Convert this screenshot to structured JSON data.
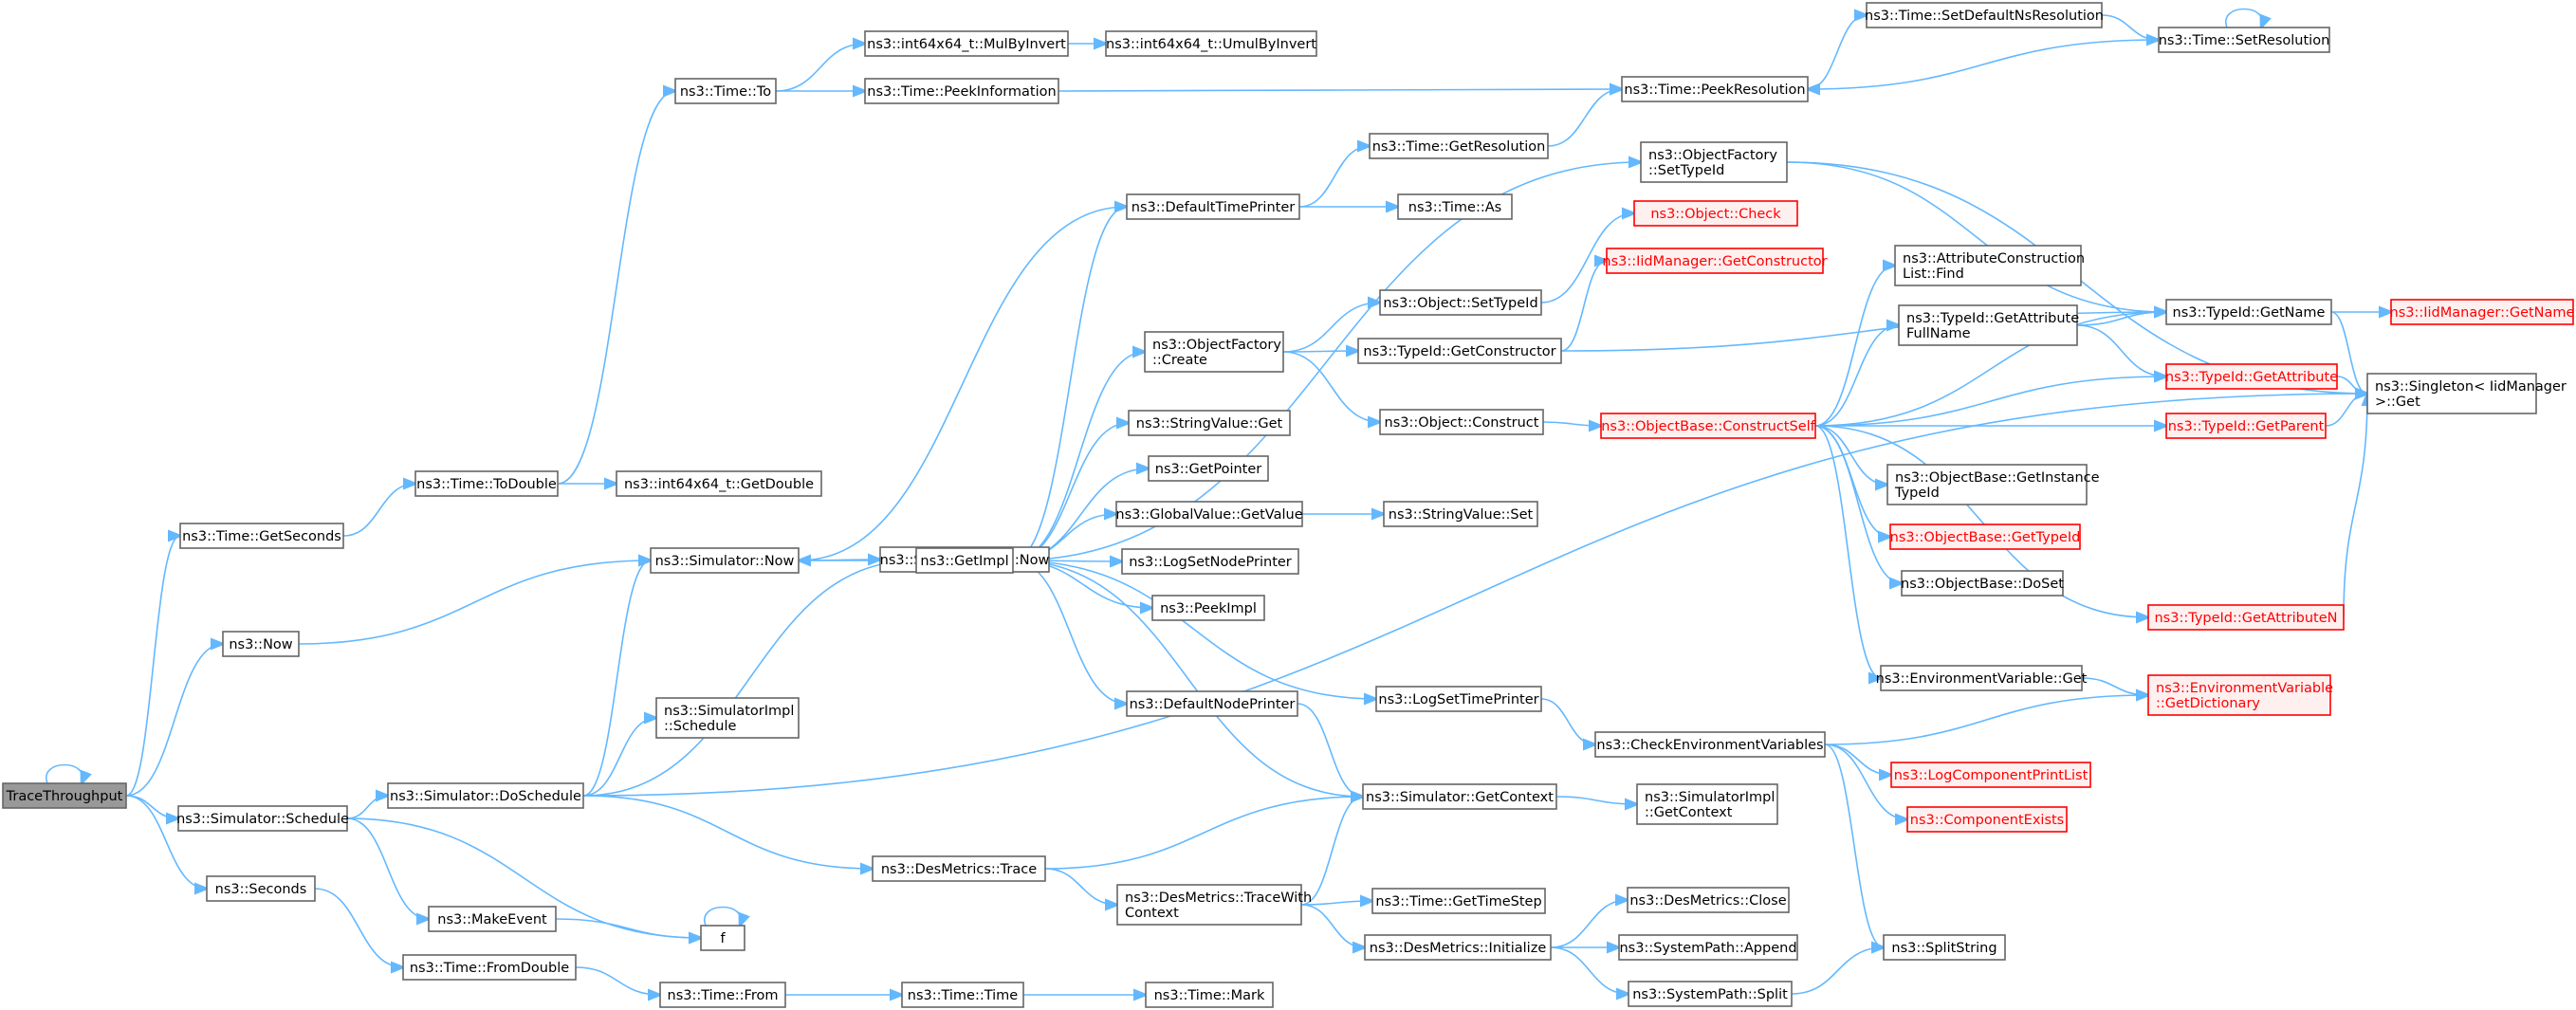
{
  "nodes": [
    {
      "id": "tt",
      "label": [
        "TraceThroughput"
      ],
      "style": "root"
    },
    {
      "id": "getsec",
      "label": [
        "ns3::Time::GetSeconds"
      ]
    },
    {
      "id": "now",
      "label": [
        "ns3::Now"
      ]
    },
    {
      "id": "simsched",
      "label": [
        "ns3::Simulator::Schedule"
      ]
    },
    {
      "id": "seconds",
      "label": [
        "ns3::Seconds"
      ]
    },
    {
      "id": "todouble",
      "label": [
        "ns3::Time::ToDouble"
      ]
    },
    {
      "id": "timeto",
      "label": [
        "ns3::Time::To"
      ]
    },
    {
      "id": "getdouble",
      "label": [
        "ns3::int64x64_t::GetDouble"
      ]
    },
    {
      "id": "mulbyinv",
      "label": [
        "ns3::int64x64_t::MulByInvert"
      ]
    },
    {
      "id": "umulbyinv",
      "label": [
        "ns3::int64x64_t::UmulByInvert"
      ]
    },
    {
      "id": "peekinfo",
      "label": [
        "ns3::Time::PeekInformation"
      ]
    },
    {
      "id": "peekres",
      "label": [
        "ns3::Time::PeekResolution"
      ]
    },
    {
      "id": "setdefns",
      "label": [
        "ns3::Time::SetDefaultNsResolution"
      ]
    },
    {
      "id": "setres",
      "label": [
        "ns3::Time::SetResolution"
      ]
    },
    {
      "id": "getres",
      "label": [
        "ns3::Time::GetResolution"
      ]
    },
    {
      "id": "deftimeprinter",
      "label": [
        "ns3::DefaultTimePrinter"
      ]
    },
    {
      "id": "timeas",
      "label": [
        "ns3::Time::As"
      ]
    },
    {
      "id": "simnow",
      "label": [
        "ns3::Simulator::Now"
      ]
    },
    {
      "id": "simimplnow",
      "label": [
        "ns3::SimulatorImpl::Now"
      ]
    },
    {
      "id": "getimpl",
      "label": [
        "ns3::GetImpl"
      ]
    },
    {
      "id": "ofsettypeid",
      "label": [
        "ns3::ObjectFactory",
        "::SetTypeId"
      ]
    },
    {
      "id": "objcheck",
      "label": [
        "ns3::Object::Check"
      ],
      "style": "red"
    },
    {
      "id": "iidgetctor",
      "label": [
        "ns3::IidManager::GetConstructor"
      ],
      "style": "red"
    },
    {
      "id": "ofcreate",
      "label": [
        "ns3::ObjectFactory",
        "::Create"
      ]
    },
    {
      "id": "objsettypeid",
      "label": [
        "ns3::Object::SetTypeId"
      ]
    },
    {
      "id": "tidgetctor",
      "label": [
        "ns3::TypeId::GetConstructor"
      ]
    },
    {
      "id": "objconstruct",
      "label": [
        "ns3::Object::Construct"
      ]
    },
    {
      "id": "strvalget",
      "label": [
        "ns3::StringValue::Get"
      ]
    },
    {
      "id": "getpointer",
      "label": [
        "ns3::GetPointer"
      ]
    },
    {
      "id": "gvgetvalue",
      "label": [
        "ns3::GlobalValue::GetValue"
      ]
    },
    {
      "id": "strvalset",
      "label": [
        "ns3::StringValue::Set"
      ]
    },
    {
      "id": "logsetnode",
      "label": [
        "ns3::LogSetNodePrinter"
      ]
    },
    {
      "id": "peekimpl",
      "label": [
        "ns3::PeekImpl"
      ]
    },
    {
      "id": "defnodeprinter",
      "label": [
        "ns3::DefaultNodePrinter"
      ]
    },
    {
      "id": "logsettime",
      "label": [
        "ns3::LogSetTimePrinter"
      ]
    },
    {
      "id": "attrconstr",
      "label": [
        "ns3::AttributeConstruction",
        "List::Find"
      ]
    },
    {
      "id": "tidgetattrfull",
      "label": [
        "ns3::TypeId::GetAttribute",
        "FullName"
      ]
    },
    {
      "id": "tidgetname",
      "label": [
        "ns3::TypeId::GetName"
      ]
    },
    {
      "id": "iidgetname",
      "label": [
        "ns3::IidManager::GetName"
      ],
      "style": "red"
    },
    {
      "id": "tidgetattr",
      "label": [
        "ns3::TypeId::GetAttribute"
      ],
      "style": "red"
    },
    {
      "id": "singleton",
      "label": [
        "ns3::Singleton< IidManager",
        " >::Get"
      ]
    },
    {
      "id": "obconstructself",
      "label": [
        "ns3::ObjectBase::ConstructSelf"
      ],
      "style": "red"
    },
    {
      "id": "tidgetparent",
      "label": [
        "ns3::TypeId::GetParent"
      ],
      "style": "red"
    },
    {
      "id": "obgetinst",
      "label": [
        "ns3::ObjectBase::GetInstance",
        "TypeId"
      ]
    },
    {
      "id": "obgettypeid",
      "label": [
        "ns3::ObjectBase::GetTypeId"
      ],
      "style": "red"
    },
    {
      "id": "obdoset",
      "label": [
        "ns3::ObjectBase::DoSet"
      ]
    },
    {
      "id": "tidgetattrn",
      "label": [
        "ns3::TypeId::GetAttributeN"
      ],
      "style": "red"
    },
    {
      "id": "envget",
      "label": [
        "ns3::EnvironmentVariable::Get"
      ]
    },
    {
      "id": "envgetdict",
      "label": [
        "ns3::EnvironmentVariable",
        "::GetDictionary"
      ],
      "style": "red"
    },
    {
      "id": "checkenv",
      "label": [
        "ns3::CheckEnvironmentVariables"
      ]
    },
    {
      "id": "logcompprint",
      "label": [
        "ns3::LogComponentPrintList"
      ],
      "style": "red"
    },
    {
      "id": "compexists",
      "label": [
        "ns3::ComponentExists"
      ],
      "style": "red"
    },
    {
      "id": "simgetctx",
      "label": [
        "ns3::Simulator::GetContext"
      ]
    },
    {
      "id": "simimplgetctx",
      "label": [
        "ns3::SimulatorImpl",
        "::GetContext"
      ]
    },
    {
      "id": "simdosched",
      "label": [
        "ns3::Simulator::DoSchedule"
      ]
    },
    {
      "id": "simimplsched",
      "label": [
        "ns3::SimulatorImpl",
        "::Schedule"
      ]
    },
    {
      "id": "desmtrace",
      "label": [
        "ns3::DesMetrics::Trace"
      ]
    },
    {
      "id": "desmtracewith",
      "label": [
        "ns3::DesMetrics::TraceWith",
        "Context"
      ]
    },
    {
      "id": "gettimestep",
      "label": [
        "ns3::Time::GetTimeStep"
      ]
    },
    {
      "id": "desminit",
      "label": [
        "ns3::DesMetrics::Initialize"
      ]
    },
    {
      "id": "desmclose",
      "label": [
        "ns3::DesMetrics::Close"
      ]
    },
    {
      "id": "syspathappend",
      "label": [
        "ns3::SystemPath::Append"
      ]
    },
    {
      "id": "syspathsplit",
      "label": [
        "ns3::SystemPath::Split"
      ]
    },
    {
      "id": "splitstring",
      "label": [
        "ns3::SplitString"
      ]
    },
    {
      "id": "makeevent",
      "label": [
        "ns3::MakeEvent"
      ]
    },
    {
      "id": "f",
      "label": [
        "f"
      ]
    },
    {
      "id": "fromdouble",
      "label": [
        "ns3::Time::FromDouble"
      ]
    },
    {
      "id": "timefrom",
      "label": [
        "ns3::Time::From"
      ]
    },
    {
      "id": "timetime",
      "label": [
        "ns3::Time::Time"
      ]
    },
    {
      "id": "timemark",
      "label": [
        "ns3::Time::Mark"
      ]
    }
  ],
  "edges": [
    [
      "tt",
      "tt"
    ],
    [
      "tt",
      "getsec"
    ],
    [
      "tt",
      "now"
    ],
    [
      "tt",
      "simsched"
    ],
    [
      "tt",
      "seconds"
    ],
    [
      "getsec",
      "todouble"
    ],
    [
      "todouble",
      "timeto"
    ],
    [
      "todouble",
      "getdouble"
    ],
    [
      "timeto",
      "mulbyinv"
    ],
    [
      "timeto",
      "peekinfo"
    ],
    [
      "mulbyinv",
      "umulbyinv"
    ],
    [
      "peekinfo",
      "peekres"
    ],
    [
      "setres",
      "peekres"
    ],
    [
      "peekres",
      "setdefns"
    ],
    [
      "setdefns",
      "setres"
    ],
    [
      "setres",
      "setres"
    ],
    [
      "now",
      "simnow"
    ],
    [
      "simnow",
      "simimplnow"
    ],
    [
      "simnow",
      "getimpl"
    ],
    [
      "deftimeprinter",
      "simnow"
    ],
    [
      "deftimeprinter",
      "getres"
    ],
    [
      "deftimeprinter",
      "timeas"
    ],
    [
      "getres",
      "peekres"
    ],
    [
      "getimpl",
      "deftimeprinter"
    ],
    [
      "getimpl",
      "ofsettypeid"
    ],
    [
      "getimpl",
      "ofcreate"
    ],
    [
      "getimpl",
      "strvalget"
    ],
    [
      "getimpl",
      "getpointer"
    ],
    [
      "getimpl",
      "gvgetvalue"
    ],
    [
      "getimpl",
      "logsetnode"
    ],
    [
      "getimpl",
      "peekimpl"
    ],
    [
      "getimpl",
      "defnodeprinter"
    ],
    [
      "getimpl",
      "logsettime"
    ],
    [
      "ofsettypeid",
      "tidgetname"
    ],
    [
      "ofcreate",
      "objsettypeid"
    ],
    [
      "ofcreate",
      "tidgetctor"
    ],
    [
      "ofcreate",
      "objconstruct"
    ],
    [
      "objsettypeid",
      "objcheck"
    ],
    [
      "tidgetctor",
      "iidgetctor"
    ],
    [
      "tidgetctor",
      "tidgetname"
    ],
    [
      "objconstruct",
      "obconstructself"
    ],
    [
      "gvgetvalue",
      "strvalset"
    ],
    [
      "obconstructself",
      "attrconstr"
    ],
    [
      "obconstructself",
      "tidgetattrfull"
    ],
    [
      "obconstructself",
      "tidgetname"
    ],
    [
      "obconstructself",
      "tidgetattr"
    ],
    [
      "obconstructself",
      "tidgetparent"
    ],
    [
      "obconstructself",
      "obgetinst"
    ],
    [
      "obconstructself",
      "obgettypeid"
    ],
    [
      "obconstructself",
      "obdoset"
    ],
    [
      "obconstructself",
      "tidgetattrn"
    ],
    [
      "obconstructself",
      "envget"
    ],
    [
      "tidgetattrfull",
      "tidgetname"
    ],
    [
      "tidgetattrfull",
      "tidgetattr"
    ],
    [
      "tidgetname",
      "iidgetname"
    ],
    [
      "tidgetname",
      "singleton"
    ],
    [
      "tidgetattr",
      "singleton"
    ],
    [
      "tidgetparent",
      "singleton"
    ],
    [
      "tidgetattrn",
      "singleton"
    ],
    [
      "ofsettypeid",
      "singleton"
    ],
    [
      "envget",
      "envgetdict"
    ],
    [
      "logsettime",
      "checkenv"
    ],
    [
      "checkenv",
      "envgetdict"
    ],
    [
      "checkenv",
      "logcompprint"
    ],
    [
      "checkenv",
      "compexists"
    ],
    [
      "checkenv",
      "splitstring"
    ],
    [
      "defnodeprinter",
      "simgetctx"
    ],
    [
      "simgetctx",
      "getimpl"
    ],
    [
      "simgetctx",
      "simimplgetctx"
    ],
    [
      "simsched",
      "simdosched"
    ],
    [
      "simsched",
      "makeevent"
    ],
    [
      "simsched",
      "f"
    ],
    [
      "simdosched",
      "simnow"
    ],
    [
      "simdosched",
      "simimplsched"
    ],
    [
      "simdosched",
      "getimpl"
    ],
    [
      "simdosched",
      "desmtrace"
    ],
    [
      "simdosched",
      "singleton"
    ],
    [
      "desmtrace",
      "simgetctx"
    ],
    [
      "desmtrace",
      "desmtracewith"
    ],
    [
      "desmtracewith",
      "simgetctx"
    ],
    [
      "desmtracewith",
      "gettimestep"
    ],
    [
      "desmtracewith",
      "desminit"
    ],
    [
      "desminit",
      "desmclose"
    ],
    [
      "desminit",
      "syspathappend"
    ],
    [
      "desminit",
      "syspathsplit"
    ],
    [
      "syspathsplit",
      "splitstring"
    ],
    [
      "makeevent",
      "f"
    ],
    [
      "f",
      "f"
    ],
    [
      "seconds",
      "fromdouble"
    ],
    [
      "fromdouble",
      "timefrom"
    ],
    [
      "timefrom",
      "timetime"
    ],
    [
      "timetime",
      "timemark"
    ]
  ],
  "colors": {
    "edge": "#63b8ff",
    "node_border": "#666666",
    "root_fill": "#999999",
    "red_border": "#ff0000",
    "red_fill": "#fff0f0"
  }
}
